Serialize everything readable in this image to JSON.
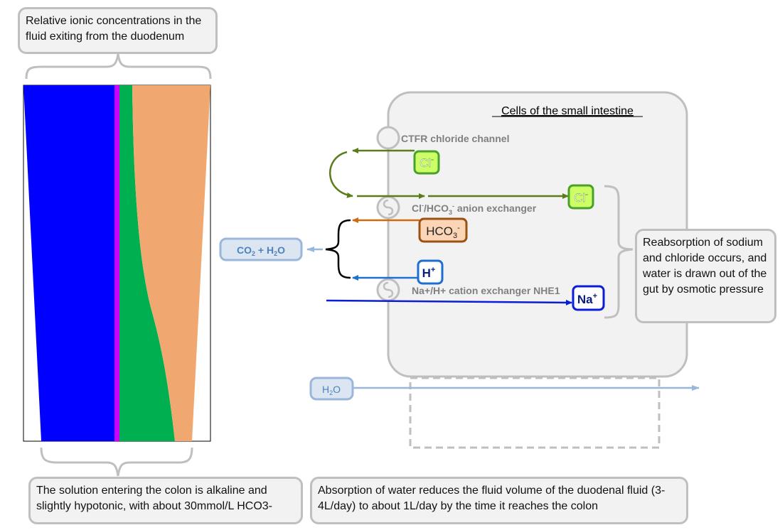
{
  "top_note": "Relative ionic concentrations in the fluid exiting from the duodenum",
  "bottom_left_note": "The solution entering the colon is alkaline and slightly hypotonic, with about 30mmol/L HCO3-",
  "bottom_center_note": "Absorption of water reduces the fluid volume of the duodenal fluid (3-4L/day) to about 1L/day by the time it reaches the colon",
  "reabsorption_note": "Reabsorption of sodium and chloride occurs, and water is drawn out of the gut by osmotic pressure",
  "cell_title": "Cells of the small intestine",
  "channels": {
    "ctfr": "CTFR chloride channel",
    "anion_exchanger": {
      "prefix": "Cl",
      "sup": "-",
      "mid": "/HCO",
      "sub": "3",
      "sup2": "-",
      "suffix": " anion exchanger"
    },
    "nhe1": "Na+/H+ cation exchanger NHE1"
  },
  "ions": {
    "cl": {
      "base": "Cl",
      "sup": "-"
    },
    "hco3": {
      "base": "HCO",
      "sub": "3",
      "sup": "-"
    },
    "h": {
      "base": "H",
      "sup": "+"
    },
    "na": {
      "base": "Na",
      "sup": "+"
    },
    "co2_h2o": {
      "a": "CO",
      "a_sub": "2",
      "plus": " + H",
      "b_sub": "2",
      "b": "O"
    },
    "h2o": {
      "a": "H",
      "a_sub": "2",
      "b": "O"
    }
  },
  "colors": {
    "na_band": "#0000ff",
    "k_band": "#cc00ff",
    "cl_band": "#00b050",
    "hco3_band": "#f0a870",
    "cl_arrow": "#5a7d1a",
    "hco3_arrow": "#d06a10",
    "h_arrow": "#1f6fd0",
    "na_arrow": "#0a1ed8",
    "h2o_arrow": "#9ab6d8"
  }
}
